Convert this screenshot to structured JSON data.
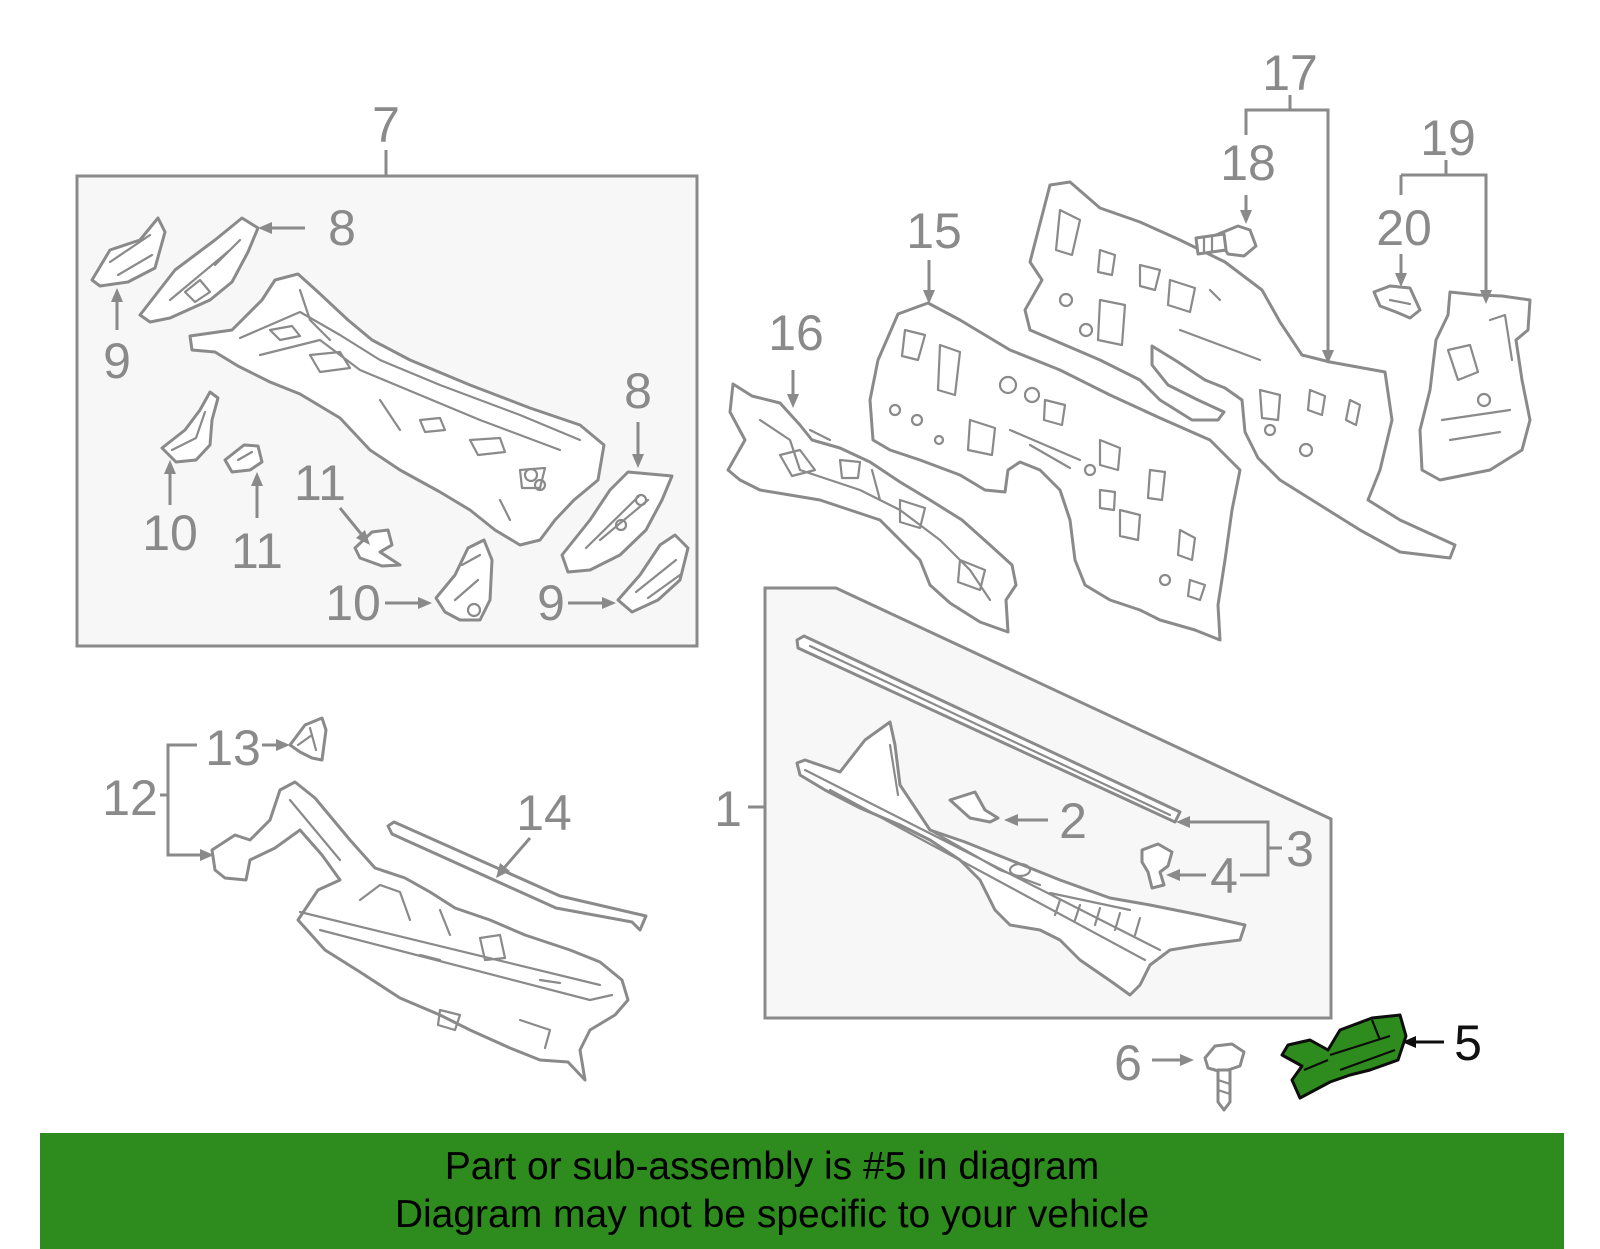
{
  "callouts": {
    "c1": "1",
    "c2": "2",
    "c3": "3",
    "c4": "4",
    "c5": "5",
    "c6": "6",
    "c7": "7",
    "c8a": "8",
    "c8b": "8",
    "c9a": "9",
    "c9b": "9",
    "c10a": "10",
    "c10b": "10",
    "c11a": "11",
    "c11b": "11",
    "c12": "12",
    "c13": "13",
    "c14": "14",
    "c15": "15",
    "c16": "16",
    "c17": "17",
    "c18": "18",
    "c19": "19",
    "c20": "20"
  },
  "highlight": {
    "part_number": "5",
    "color": "#2e8b1e"
  },
  "banner": {
    "line1": "Part or sub-assembly is #5 in diagram",
    "line2": "Diagram may not be specific to your vehicle",
    "color": "#2e8b1e"
  }
}
